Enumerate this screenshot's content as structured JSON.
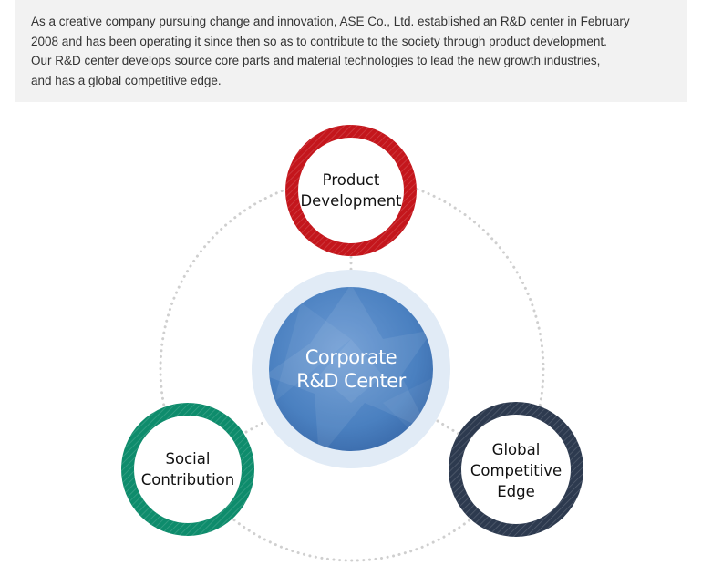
{
  "intro": {
    "lines": [
      "As a creative company pursuing change and innovation, ASE Co., Ltd. established an R&D center in February",
      "2008 and has been operating it since then so as to contribute to the society through product development.",
      "Our R&D center develops source core parts and material technologies to lead the new growth industries,",
      "and has a global competitive edge."
    ]
  },
  "diagram": {
    "center": {
      "line1": "Corporate",
      "line2": "R&D Center",
      "color": "#4a80c0"
    },
    "nodes": {
      "product": {
        "line1": "Product",
        "line2": "Development",
        "color": "#c4161c"
      },
      "social": {
        "line1": "Social",
        "line2": "Contribution",
        "color": "#0e8c6c"
      },
      "global": {
        "line1": "Global",
        "line2": "Competitive",
        "line3": "Edge",
        "color": "#2d3a4f"
      }
    }
  }
}
